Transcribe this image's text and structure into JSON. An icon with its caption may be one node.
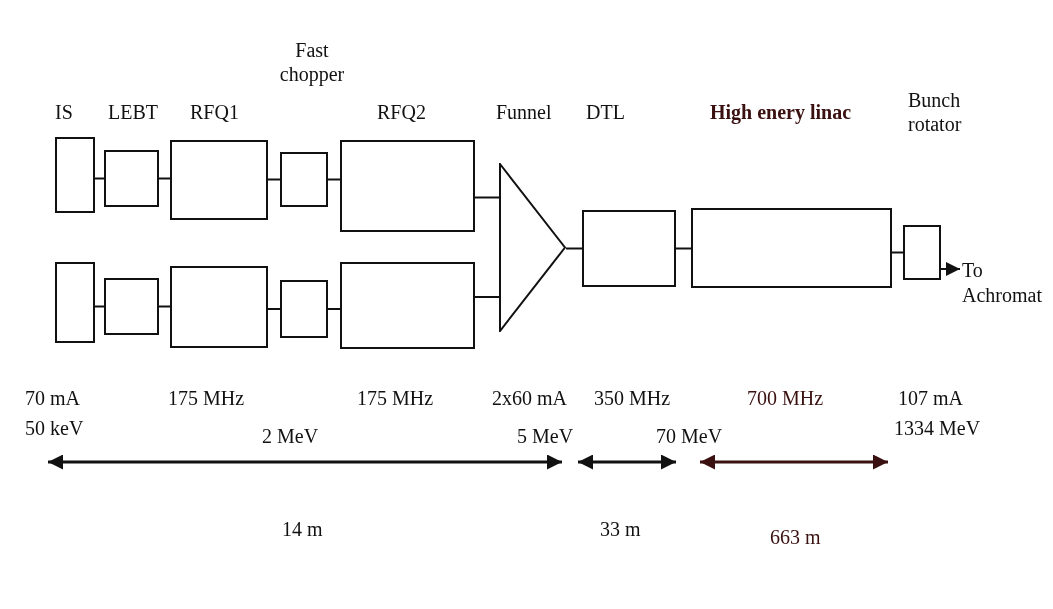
{
  "diagram": {
    "nodes": [
      {
        "text": [],
        "shape": "box"
      },
      {
        "text": [],
        "shape": "box"
      },
      {
        "text": [],
        "shape": "box"
      },
      {
        "text": [],
        "shape": "box"
      },
      {
        "text": [],
        "shape": "box"
      },
      {
        "text": [],
        "shape": "box"
      },
      {
        "text": [],
        "shape": "box"
      },
      {
        "text": [],
        "shape": "box"
      },
      {
        "text": [],
        "shape": "box"
      },
      {
        "text": [],
        "shape": "box"
      },
      {
        "text": [],
        "shape": "triangle"
      },
      {
        "text": [],
        "shape": "box"
      },
      {
        "text": [],
        "shape": "box"
      },
      {
        "text": [],
        "shape": "box"
      },
      {
        "text": [
          "To Achromat"
        ]
      }
    ],
    "edges": [
      {
        "from": 0,
        "to": 1,
        "arrow": "none"
      },
      {
        "from": 1,
        "to": 2,
        "arrow": "none"
      },
      {
        "from": 2,
        "to": 3,
        "arrow": "none"
      },
      {
        "from": 3,
        "to": 4,
        "arrow": "none"
      },
      {
        "from": 4,
        "to": 10,
        "arrow": "none"
      },
      {
        "from": 5,
        "to": 6,
        "arrow": "none"
      },
      {
        "from": 6,
        "to": 7,
        "arrow": "none"
      },
      {
        "from": 7,
        "to": 8,
        "arrow": "none"
      },
      {
        "from": 8,
        "to": 9,
        "arrow": "none"
      },
      {
        "from": 9,
        "to": 10,
        "arrow": "none"
      },
      {
        "from": 10,
        "to": 11,
        "arrow": "none"
      },
      {
        "from": 11,
        "to": 12,
        "arrow": "none"
      },
      {
        "from": 12,
        "to": 13,
        "arrow": "none"
      },
      {
        "from": 13,
        "to": 14,
        "arrow": "to"
      }
    ],
    "labels": [
      "Fast chopper",
      "IS",
      "LEBT",
      "RFQ1",
      "RFQ2",
      "Funnel",
      "DTL",
      "High enery linac",
      "Bunch rotator",
      "70 mA",
      "175 MHz",
      "175 MHz",
      "2x60 mA",
      "350 MHz",
      "700 MHz",
      "107 mA",
      "50 keV",
      "2 MeV",
      "5 MeV",
      "70 MeV",
      "1334 MeV",
      "14 m",
      "33 m",
      "663 m"
    ]
  }
}
